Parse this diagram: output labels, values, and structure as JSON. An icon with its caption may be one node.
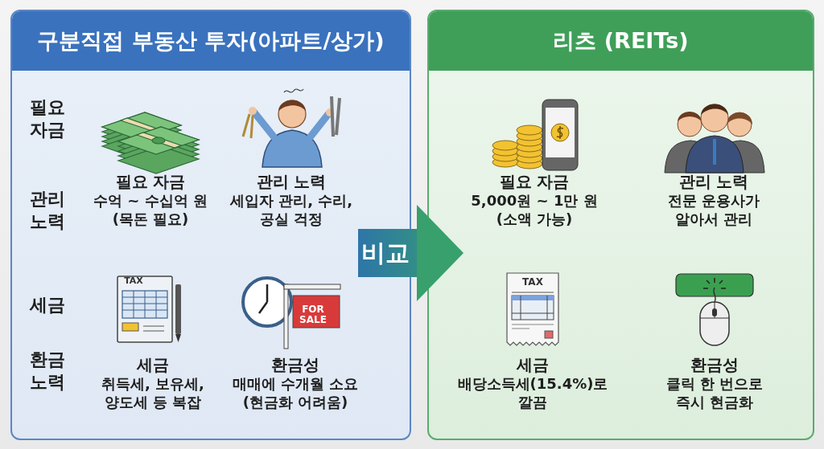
{
  "diagram": {
    "nodes": [
      {
        "text": [
          "구분직접 부동산 투자(아파트/상가)"
        ]
      },
      {
        "text": [
          "리츠 (REITs)"
        ]
      }
    ],
    "edges": [
      {
        "from": 0,
        "to": 1,
        "arrow": "to",
        "label": "비교",
        "style": "thick"
      }
    ],
    "labels": [
      "필요 자금",
      "관리 노력",
      "세금",
      "환금 노력",
      "필요 자금",
      "수억 ~ 수십억 원 (목돈 필요)",
      "관리 노력",
      "세입자 관리, 수리, 공실 걱정",
      "TAX",
      "FOR SALE",
      "세금",
      "취득세, 보유세, 양도세 등 복잡",
      "환금성",
      "매매에 수개월 소요 (현금화 어려움)",
      "필요 자금",
      "5,000원 ~ 1만 원 (소액 가능)",
      "관리 노력",
      "전문 운용사가 알아서 관리",
      "TAX",
      "세금",
      "배당소득세(15.4%)로 깔끔",
      "환금성",
      "클릭 한 번으로 즉시 현금화"
    ]
  }
}
